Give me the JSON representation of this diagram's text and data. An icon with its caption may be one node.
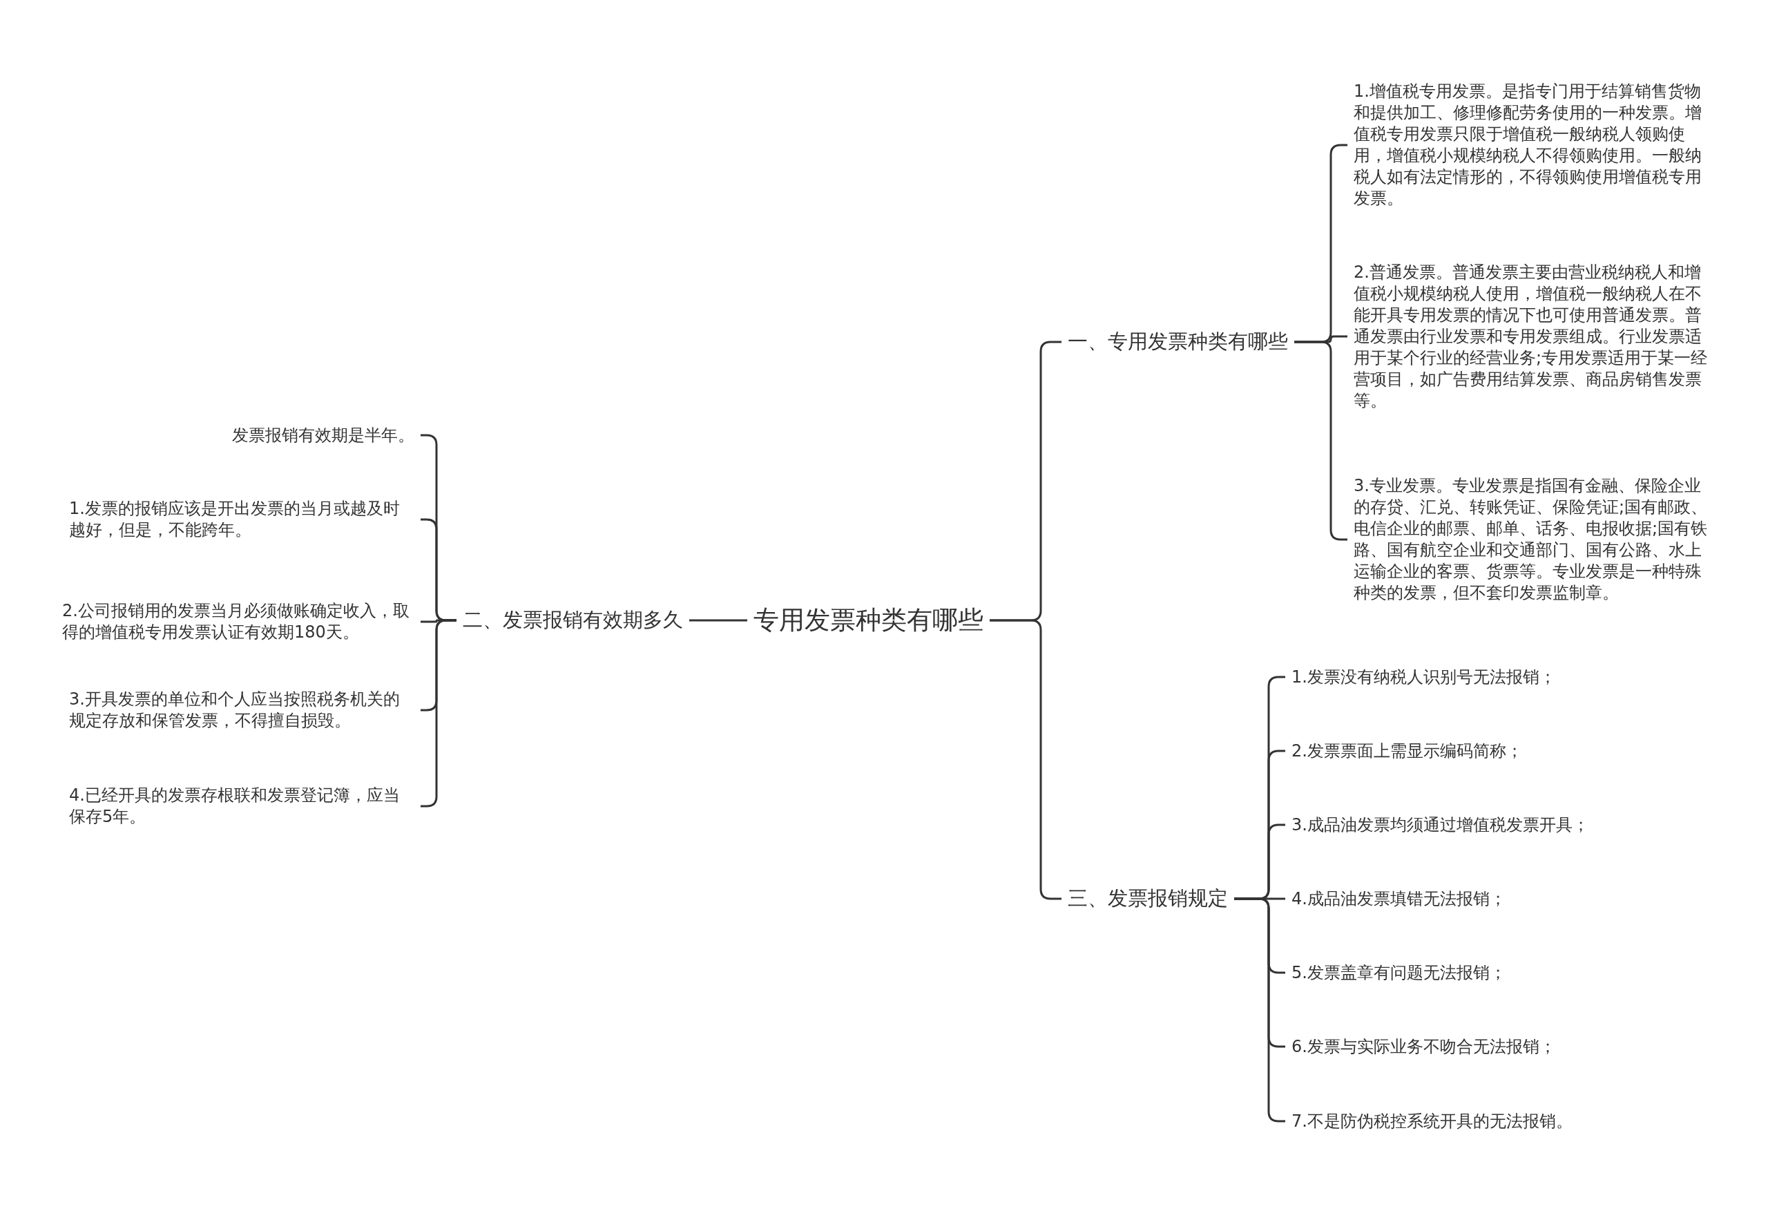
{
  "diagram": {
    "nodes": [
      {
        "text": [
          "专用发票种类有哪些"
        ]
      },
      {
        "text": [
          "一、专用发票种类有哪些"
        ]
      },
      {
        "text": [
          "1.增值税专用发票。是指专门用于结算销售货物和提供加工、修理修配劳务使用的一种发票。增值税专用发票只限于增值税一般纳税人领购使用，增值税小规模纳税人不得领购使用。一般纳税人如有法定情形的，不得领购使用增值税专用发票。"
        ]
      },
      {
        "text": [
          "2.普通发票。普通发票主要由营业税纳税人和增值税小规模纳税人使用，增值税一般纳税人在不能开具专用发票的情况下也可使用普通发票。普通发票由行业发票和专用发票组成。行业发票适用于某个行业的经营业务;专用发票适用于某一经营项目，如广告费用结算发票、商品房销售发票等。"
        ]
      },
      {
        "text": [
          "3.专业发票。专业发票是指国有金融、保险企业的存贷、汇兑、转账凭证、保险凭证;国有邮政、电信企业的邮票、邮单、话务、电报收据;国有铁路、国有航空企业和交通部门、国有公路、水上运输企业的客票、货票等。专业发票是一种特殊种类的发票，但不套印发票监制章。"
        ]
      },
      {
        "text": [
          "二、发票报销有效期多久"
        ]
      },
      {
        "text": [
          "发票报销有效期是半年。"
        ]
      },
      {
        "text": [
          "1.发票的报销应该是开出发票的当月或越及时越好，但是，不能跨年。"
        ]
      },
      {
        "text": [
          "2.公司报销用的发票当月必须做账确定收入，取得的增值税专用发票认证有效期180天。"
        ]
      },
      {
        "text": [
          "3.开具发票的单位和个人应当按照税务机关的规定存放和保管发票，不得擅自损毁。"
        ]
      },
      {
        "text": [
          "4.已经开具的发票存根联和发票登记簿，应当保存5年。"
        ]
      },
      {
        "text": [
          "三、发票报销规定"
        ]
      },
      {
        "text": [
          "1.发票没有纳税人识别号无法报销；"
        ]
      },
      {
        "text": [
          "2.发票票面上需显示编码简称；"
        ]
      },
      {
        "text": [
          "3.成品油发票均须通过增值税发票开具；"
        ]
      },
      {
        "text": [
          "4.成品油发票填错无法报销；"
        ]
      },
      {
        "text": [
          "5.发票盖章有问题无法报销；"
        ]
      },
      {
        "text": [
          "6.发票与实际业务不吻合无法报销；"
        ]
      },
      {
        "text": [
          "7.不是防伪税控系统开具的无法报销。"
        ]
      }
    ],
    "edges": [
      {
        "from": 0,
        "to": 1,
        "arrow": "none"
      },
      {
        "from": 1,
        "to": 2,
        "arrow": "none"
      },
      {
        "from": 1,
        "to": 3,
        "arrow": "none"
      },
      {
        "from": 1,
        "to": 4,
        "arrow": "none"
      },
      {
        "from": 0,
        "to": 5,
        "arrow": "none"
      },
      {
        "from": 5,
        "to": 6,
        "arrow": "none"
      },
      {
        "from": 5,
        "to": 7,
        "arrow": "none"
      },
      {
        "from": 5,
        "to": 8,
        "arrow": "none"
      },
      {
        "from": 5,
        "to": 9,
        "arrow": "none"
      },
      {
        "from": 5,
        "to": 10,
        "arrow": "none"
      },
      {
        "from": 0,
        "to": 11,
        "arrow": "none"
      },
      {
        "from": 11,
        "to": 12,
        "arrow": "none"
      },
      {
        "from": 11,
        "to": 13,
        "arrow": "none"
      },
      {
        "from": 11,
        "to": 14,
        "arrow": "none"
      },
      {
        "from": 11,
        "to": 15,
        "arrow": "none"
      },
      {
        "from": 11,
        "to": 16,
        "arrow": "none"
      },
      {
        "from": 11,
        "to": 17,
        "arrow": "none"
      },
      {
        "from": 11,
        "to": 18,
        "arrow": "none"
      }
    ]
  }
}
